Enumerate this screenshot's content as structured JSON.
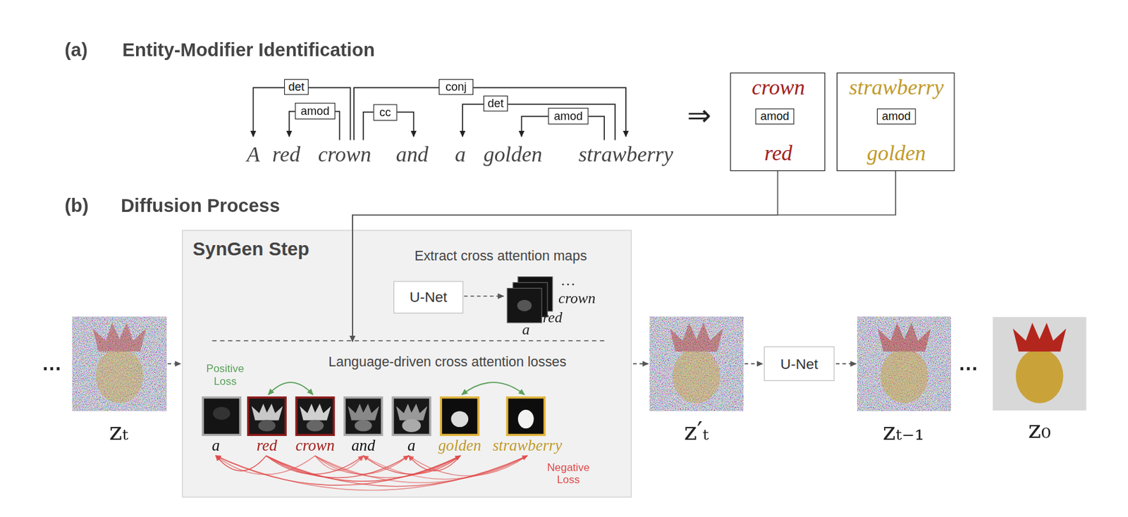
{
  "diagram": {
    "nodes": [
      {
        "text": [
          "det"
        ]
      },
      {
        "text": [
          "amod"
        ]
      },
      {
        "text": [
          "cc"
        ]
      },
      {
        "text": [
          "conj"
        ]
      },
      {
        "text": [
          "det"
        ]
      },
      {
        "text": [
          "amod"
        ]
      },
      {
        "text": [
          "crown",
          "red"
        ]
      },
      {
        "text": [
          "amod"
        ],
        "in": 6
      },
      {
        "text": [
          "strawberry",
          "golden"
        ]
      },
      {
        "text": [
          "amod"
        ],
        "in": 8
      },
      {
        "text": [
          "SynGen Step",
          "Extract cross attention maps",
          "Language-driven cross attention losses"
        ]
      },
      {
        "text": [
          "U-Net"
        ],
        "in": 10
      },
      {
        "text": [
          "U-Net"
        ]
      }
    ],
    "edges": [
      {
        "from": 6,
        "to": 10,
        "arrow": "to"
      },
      {
        "from": 8,
        "to": 10,
        "arrow": "to"
      }
    ],
    "labels": [
      "(a)",
      "Entity-Modifier Identification",
      "(b)",
      "Diffusion Process",
      "A",
      "red",
      "crown",
      "and",
      "a",
      "golden",
      "strawberry",
      "⇒",
      "…",
      "crown",
      "red",
      "a",
      "Positive Loss",
      "a",
      "red",
      "crown",
      "and",
      "a",
      "golden",
      "strawberry",
      "Negative Loss",
      "…",
      "zₜ",
      "z′ₜ",
      "zₜ₋₁",
      "…",
      "z₀"
    ]
  }
}
